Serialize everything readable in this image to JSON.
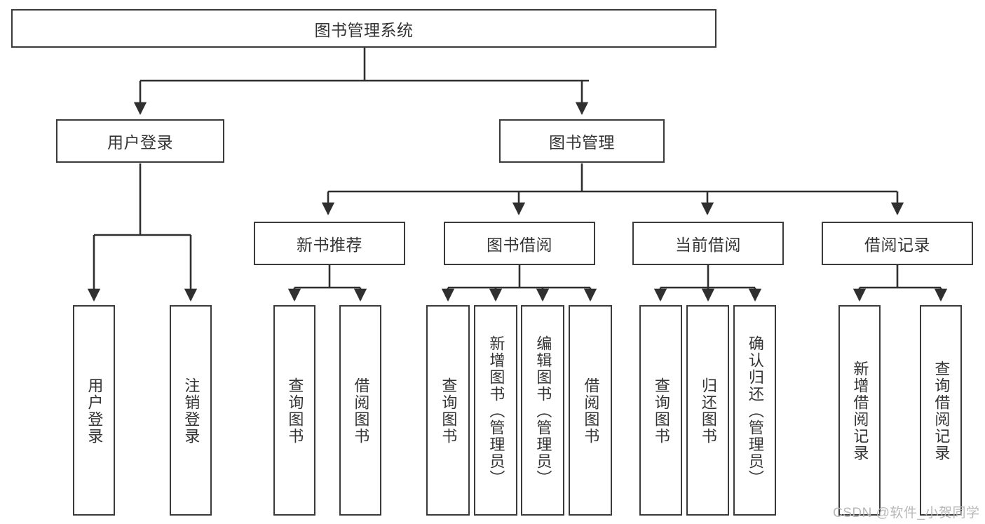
{
  "diagram": {
    "title": "图书管理系统",
    "type": "tree-hierarchy",
    "root": {
      "label": "图书管理系统"
    },
    "level2": [
      {
        "label": "用户登录"
      },
      {
        "label": "图书管理"
      }
    ],
    "level3": [
      {
        "label": "新书推荐"
      },
      {
        "label": "图书借阅"
      },
      {
        "label": "当前借阅"
      },
      {
        "label": "借阅记录"
      }
    ],
    "leaves": {
      "user_login": [
        {
          "label": "用户登录"
        },
        {
          "label": "注销登录"
        }
      ],
      "new_book_recommend": [
        {
          "label": "查询图书"
        },
        {
          "label": "借阅图书"
        }
      ],
      "book_borrow": [
        {
          "label": "查询图书"
        },
        {
          "label": "新增图书（管理员）"
        },
        {
          "label": "编辑图书（管理员）"
        },
        {
          "label": "借阅图书"
        }
      ],
      "current_borrow": [
        {
          "label": "查询图书"
        },
        {
          "label": "归还图书"
        },
        {
          "label": "确认归还（管理员）"
        }
      ],
      "borrow_record": [
        {
          "label": "新增借阅记录"
        },
        {
          "label": "查询借阅记录"
        }
      ]
    }
  },
  "watermark": {
    "text": "CSDN @软件_小贺同学"
  },
  "colors": {
    "background": "#ffffff",
    "box_border": "#3a3a3a",
    "box_fill": "#ffffff",
    "text": "#333333",
    "edge": "#2f2f2f",
    "watermark": "#b8b8b8"
  }
}
